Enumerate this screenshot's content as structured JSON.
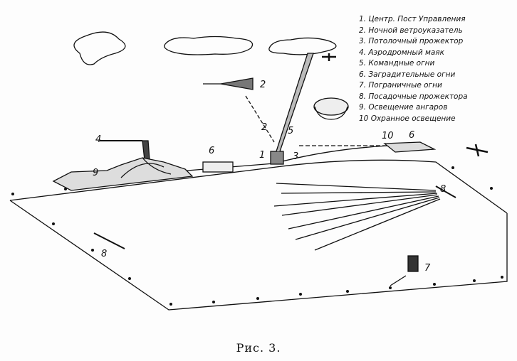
{
  "legend": [
    "1. Центр. Пост Управления",
    "2. Ночной ветроуказатель",
    "3. Потолочный прожектор",
    "4. Аэродромный маяк",
    "5. Командные огни",
    "6. Заградительные огни",
    "7. Пограничные огни",
    "8. Посадочные прожектора",
    "9. Освещение ангаров",
    "10 Охранное освещение"
  ],
  "callouts": {
    "beacon": "4",
    "hangars": "9",
    "obstacle_left": "6",
    "control": "1",
    "searchlight": "3",
    "windsock_arrow": "2",
    "windsock": "2",
    "command": "5",
    "security": "10",
    "obstacle_right": "6",
    "landing_right": "8",
    "landing_left": "8",
    "boundary": "7"
  },
  "caption": "Рис. 3."
}
